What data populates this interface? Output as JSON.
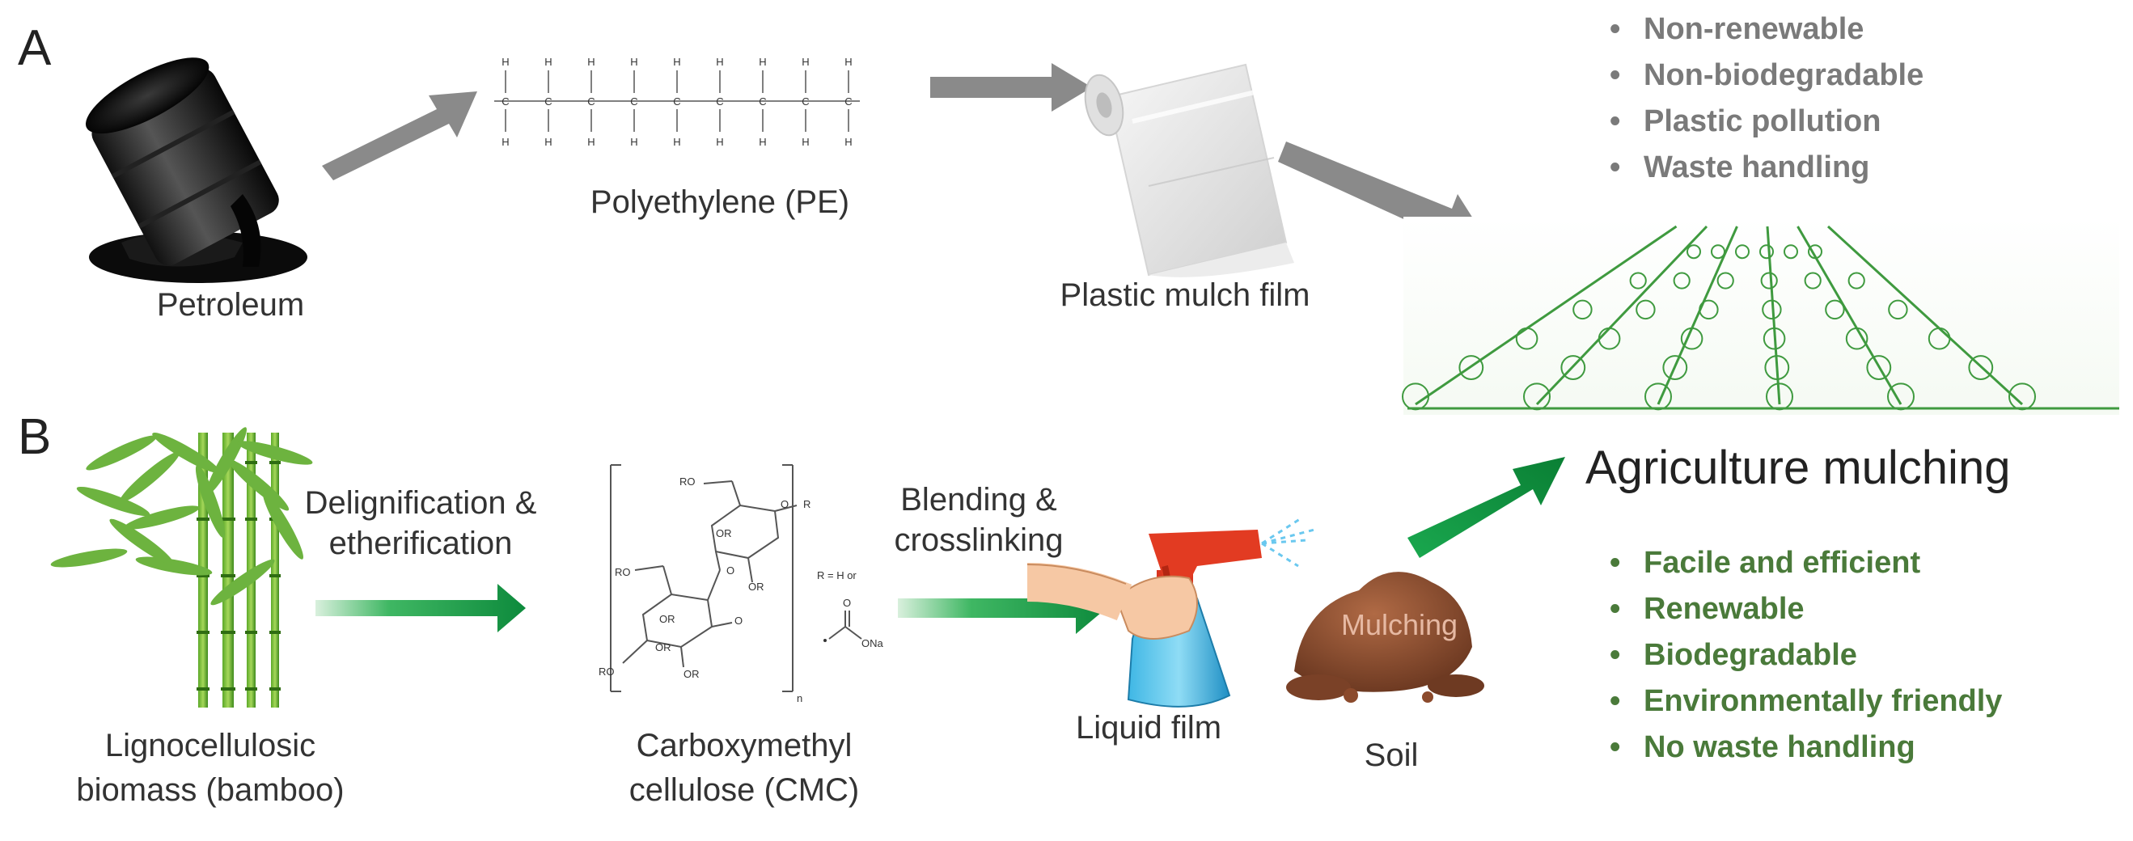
{
  "panels": {
    "a": "A",
    "b": "B"
  },
  "row_a": {
    "petroleum": "Petroleum",
    "polyethylene": "Polyethylene (PE)",
    "mulch_film": "Plastic mulch film",
    "drawbacks": [
      "Non-renewable",
      "Non-biodegradable",
      "Plastic pollution",
      "Waste handling"
    ]
  },
  "row_b": {
    "biomass_line1": "Lignocellulosic",
    "biomass_line2": "biomass (bamboo)",
    "step1_line1": "Delignification &",
    "step1_line2": "etherification",
    "cmc_line1": "Carboxymethyl",
    "cmc_line2": "cellulose (CMC)",
    "step2_line1": "Blending &",
    "step2_line2": "crosslinking",
    "liquid_film": "Liquid film",
    "soil": "Soil",
    "mulching": "Mulching",
    "benefits": [
      "Facile and efficient",
      "Renewable",
      "Biodegradable",
      "Environmentally friendly",
      "No waste handling"
    ]
  },
  "target": "Agriculture mulching",
  "pe_atoms": {
    "c": "C",
    "h": "H"
  },
  "cmc_labels": {
    "ro": "RO",
    "or": "OR",
    "o": "O",
    "r": "R",
    "n": "n",
    "r_def": "R = H or",
    "ona": "ONa"
  },
  "colors": {
    "grey_arrow": "#8a8a8a",
    "green_arrow": "#1e9e48",
    "green_text": "#4a7a3a",
    "grey_text": "#7a7a7a",
    "field_green": "#3f9a3f"
  },
  "icons": [
    "oil-barrel-icon",
    "film-roll-icon",
    "bamboo-icon",
    "spray-bottle-icon",
    "soil-mound-icon",
    "crop-field-icon"
  ]
}
